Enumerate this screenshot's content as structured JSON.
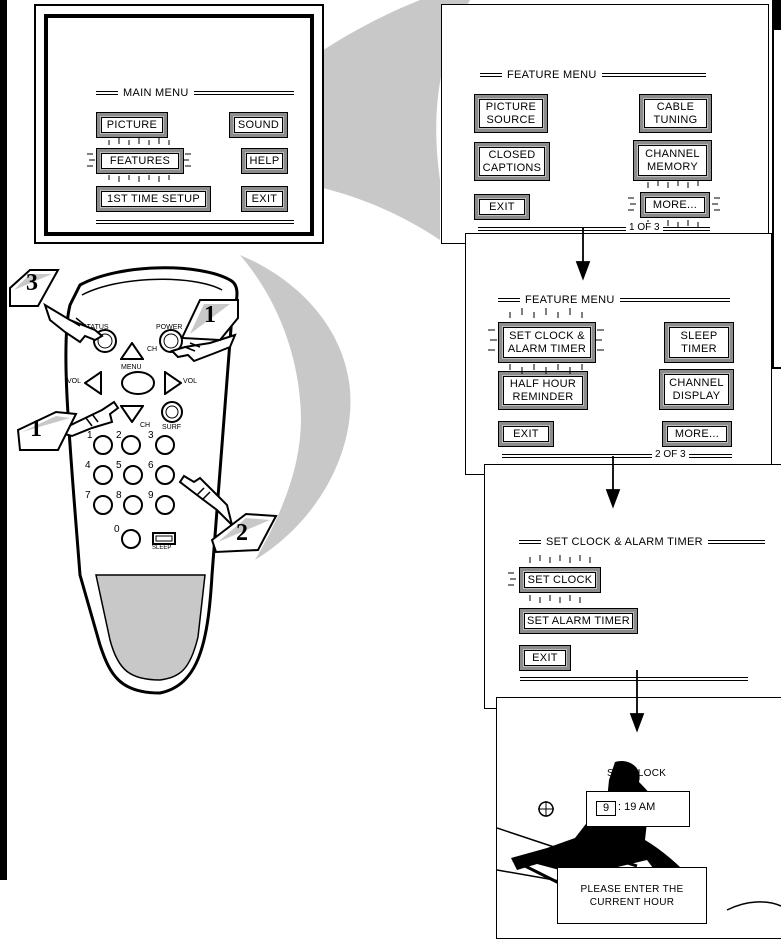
{
  "main_menu": {
    "title": "MAIN MENU",
    "buttons": {
      "picture": "PICTURE",
      "sound": "SOUND",
      "features": "FEATURES",
      "help": "HELP",
      "first_time_setup": "1ST TIME SETUP",
      "exit": "EXIT"
    }
  },
  "feature_menu_1": {
    "title": "FEATURE MENU",
    "buttons": {
      "picture_source": "PICTURE\nSOURCE",
      "cable_tuning": "CABLE\nTUNING",
      "closed_captions": "CLOSED\nCAPTIONS",
      "channel_memory": "CHANNEL\nMEMORY",
      "exit": "EXIT",
      "more": "MORE..."
    },
    "page": "1 OF 3"
  },
  "feature_menu_2": {
    "title": "FEATURE MENU",
    "buttons": {
      "set_clock_alarm": "SET CLOCK &\nALARM TIMER",
      "sleep_timer": "SLEEP\nTIMER",
      "half_hour_reminder": "HALF HOUR\nREMINDER",
      "channel_display": "CHANNEL\nDISPLAY",
      "exit": "EXIT",
      "more": "MORE..."
    },
    "page": "2 OF 3"
  },
  "clock_menu": {
    "title": "SET CLOCK & ALARM TIMER",
    "buttons": {
      "set_clock": "SET CLOCK",
      "set_alarm_timer": "SET ALARM TIMER",
      "exit": "EXIT"
    }
  },
  "set_clock_screen": {
    "title": "SET CLOCK",
    "hour_value": "9",
    "time_rest": ": 19 AM",
    "notice": "PLEASE ENTER THE\nCURRENT HOUR"
  },
  "remote": {
    "labels": {
      "status": "STATUS",
      "power": "POWER",
      "ch_up": "CH",
      "ch_down": "CH",
      "menu": "MENU",
      "vol_minus": "VOL",
      "vol_plus": "VOL",
      "surf": "SURF",
      "sleep": "SLEEP"
    },
    "digits": [
      "1",
      "2",
      "3",
      "4",
      "5",
      "6",
      "7",
      "8",
      "9",
      "0"
    ]
  },
  "callouts": {
    "step1_top": "1",
    "step1_bottom": "1",
    "step2": "2",
    "step3": "3"
  },
  "colors": {
    "sweep": "#c8c8c8",
    "button_frame": "#8c8c8c",
    "ink": "#000000"
  }
}
